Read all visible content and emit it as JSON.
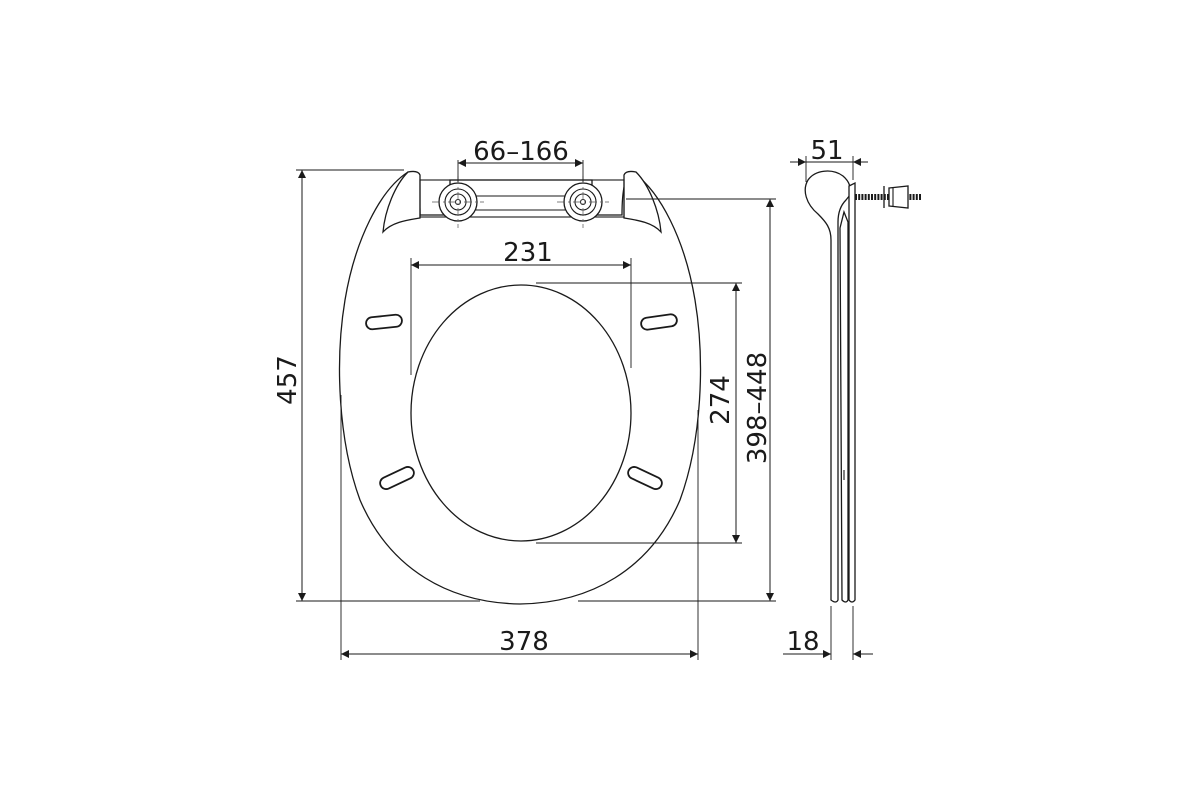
{
  "drawing": {
    "title": "Toilet seat dimensional drawing",
    "units": "mm",
    "colors": {
      "line": "#1a1a1a",
      "background": "#ffffff"
    }
  },
  "front_view": {
    "dimensions": {
      "hinge_spacing": "66–166",
      "inner_width": "231",
      "total_length": "457",
      "inner_length": "274",
      "hinge_to_front": "398–448",
      "total_width": "378"
    }
  },
  "side_view": {
    "dimensions": {
      "hinge_depth": "51",
      "thickness": "18"
    }
  }
}
